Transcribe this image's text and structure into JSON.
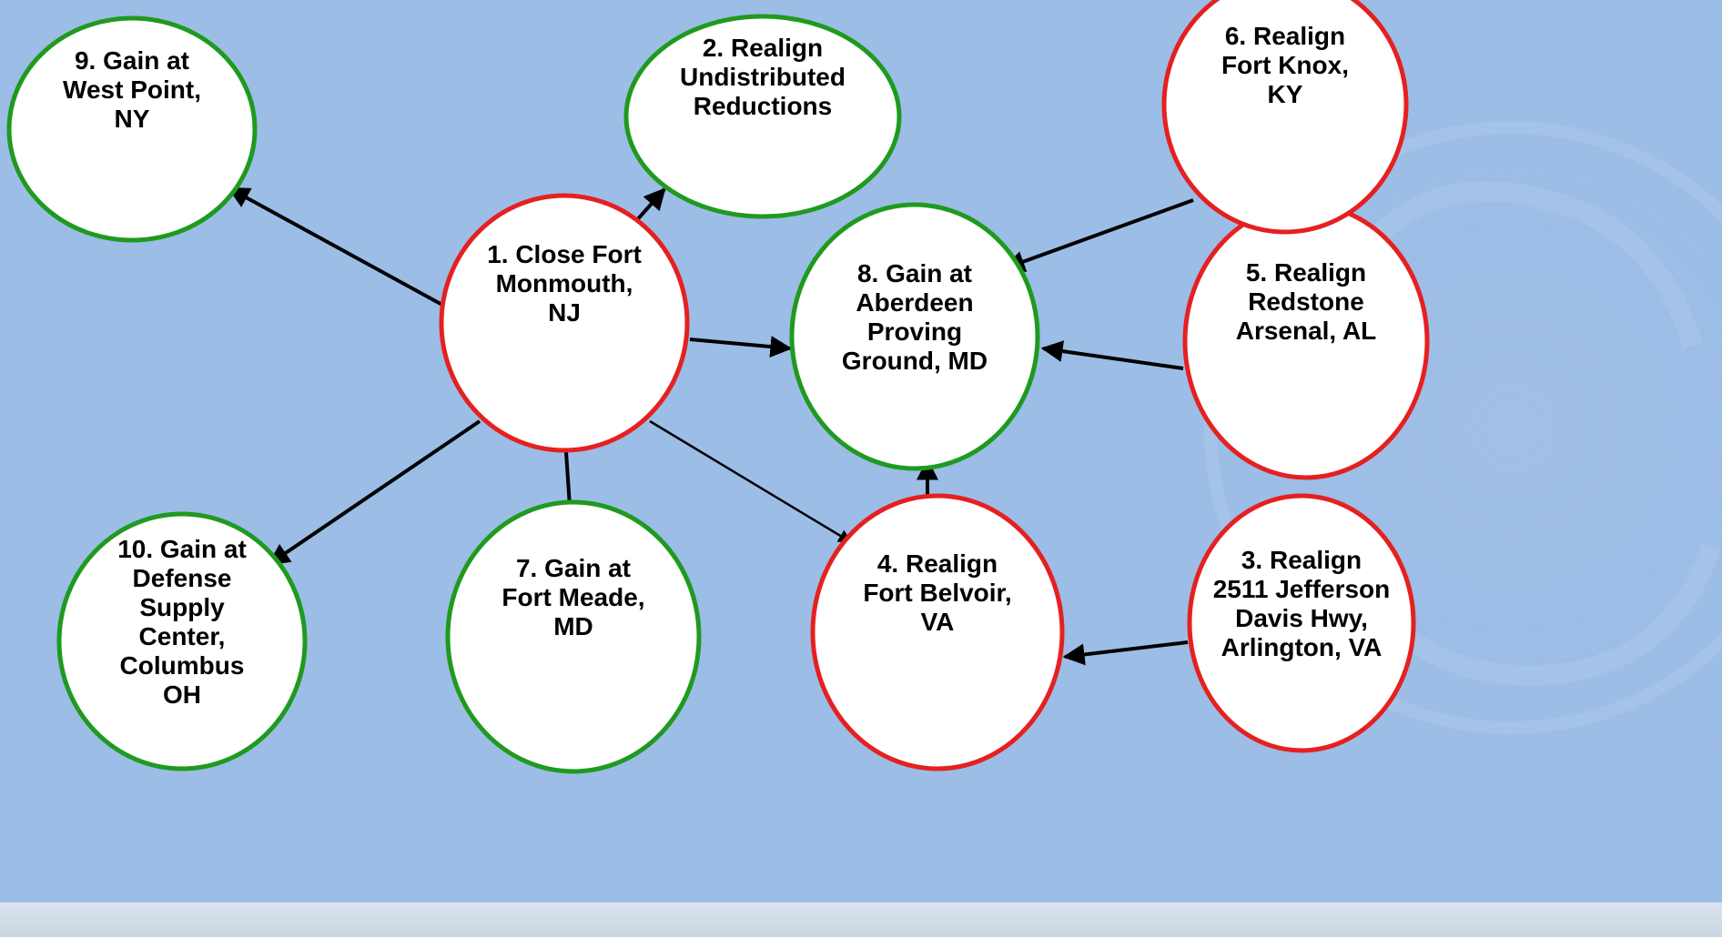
{
  "colors": {
    "background": "#9cbde6",
    "green_border": "#1f9a1f",
    "red_border": "#e52020",
    "node_fill": "#ffffff",
    "arrow": "#000000"
  },
  "nodes": [
    {
      "id": "n1",
      "status": "close",
      "lines": [
        "1. Close Fort",
        "Monmouth,",
        "NJ"
      ]
    },
    {
      "id": "n2",
      "status": "gain",
      "lines": [
        "2. Realign",
        "Undistributed",
        "Reductions"
      ]
    },
    {
      "id": "n3",
      "status": "realign",
      "lines": [
        "3. Realign",
        "2511 Jefferson",
        "Davis Hwy,",
        "Arlington, VA"
      ]
    },
    {
      "id": "n4",
      "status": "realign",
      "lines": [
        "4. Realign",
        "Fort Belvoir,",
        "VA"
      ]
    },
    {
      "id": "n5",
      "status": "realign",
      "lines": [
        "5. Realign",
        "Redstone",
        "Arsenal, AL"
      ]
    },
    {
      "id": "n6",
      "status": "realign",
      "lines": [
        "6. Realign",
        "Fort Knox,",
        "KY"
      ]
    },
    {
      "id": "n7",
      "status": "gain",
      "lines": [
        "7. Gain at",
        "Fort Meade,",
        "MD"
      ]
    },
    {
      "id": "n8",
      "status": "gain",
      "lines": [
        "8. Gain at",
        "Aberdeen",
        "Proving",
        "Ground, MD"
      ]
    },
    {
      "id": "n9",
      "status": "gain",
      "lines": [
        "9. Gain at",
        "West Point,",
        "NY"
      ]
    },
    {
      "id": "n10",
      "status": "gain",
      "lines": [
        "10. Gain at",
        "Defense",
        "Supply",
        "Center,",
        "Columbus",
        "OH"
      ]
    }
  ],
  "edges": [
    {
      "from": "n1",
      "to": "n9"
    },
    {
      "from": "n1",
      "to": "n2"
    },
    {
      "from": "n1",
      "to": "n8"
    },
    {
      "from": "n1",
      "to": "n10"
    },
    {
      "from": "n1",
      "to": "n7"
    },
    {
      "from": "n1",
      "to": "n4"
    },
    {
      "from": "n6",
      "to": "n8"
    },
    {
      "from": "n5",
      "to": "n8"
    },
    {
      "from": "n4",
      "to": "n8"
    },
    {
      "from": "n3",
      "to": "n4"
    }
  ]
}
